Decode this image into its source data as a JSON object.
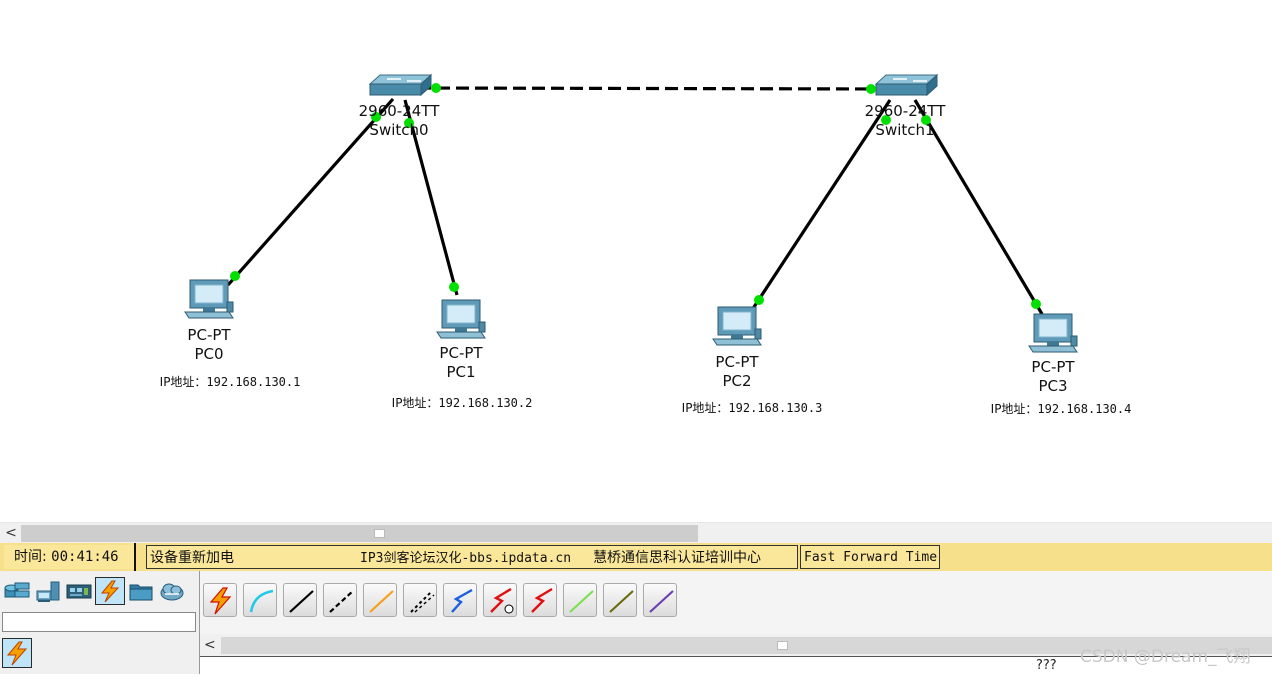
{
  "topology": {
    "devices": [
      {
        "id": "switch0",
        "kind": "switch",
        "model": "2960-24TT",
        "name": "Switch0"
      },
      {
        "id": "switch1",
        "kind": "switch",
        "model": "2960-24TT",
        "name": "Switch1"
      },
      {
        "id": "pc0",
        "kind": "pc",
        "model": "PC-PT",
        "name": "PC0",
        "ip_prefix": "IP地址：",
        "ip": "192.168.130.1"
      },
      {
        "id": "pc1",
        "kind": "pc",
        "model": "PC-PT",
        "name": "PC1",
        "ip_prefix": "IP地址：",
        "ip": "192.168.130.2"
      },
      {
        "id": "pc2",
        "kind": "pc",
        "model": "PC-PT",
        "name": "PC2",
        "ip_prefix": "IP地址：",
        "ip": "192.168.130.3"
      },
      {
        "id": "pc3",
        "kind": "pc",
        "model": "PC-PT",
        "name": "PC3",
        "ip_prefix": "IP地址：",
        "ip": "192.168.130.4"
      }
    ],
    "links": [
      {
        "from": "switch0",
        "to": "switch1",
        "style": "dashed",
        "status": "up"
      },
      {
        "from": "switch0",
        "to": "pc0",
        "style": "solid",
        "status": "up"
      },
      {
        "from": "switch0",
        "to": "pc1",
        "style": "solid",
        "status": "up"
      },
      {
        "from": "switch1",
        "to": "pc2",
        "style": "solid",
        "status": "up"
      },
      {
        "from": "switch1",
        "to": "pc3",
        "style": "solid",
        "status": "up"
      }
    ],
    "link_up_color": "#00e000"
  },
  "statusbar": {
    "time_label": "时间:",
    "time_value": "00:41:46",
    "msg_power": "设备重新加电",
    "msg_forum": "IP3剑客论坛汉化-bbs.ipdata.cn",
    "msg_center": "慧桥通信思科认证培训中心",
    "mode": "Fast Forward Time",
    "bg_color": "#f7e08c"
  },
  "categories": {
    "items": [
      {
        "name": "network-devices",
        "icon": "router-switch-icon"
      },
      {
        "name": "end-devices",
        "icon": "pc-icon"
      },
      {
        "name": "components",
        "icon": "module-icon"
      },
      {
        "name": "connections",
        "icon": "lightning-icon",
        "selected": true
      },
      {
        "name": "miscellaneous",
        "icon": "folder-icon"
      },
      {
        "name": "multiuser",
        "icon": "cloud-icon"
      }
    ],
    "search_value": ""
  },
  "cables": {
    "items": [
      {
        "name": "automatic",
        "icon": "lightning-icon"
      },
      {
        "name": "console",
        "icon": "console-cable-icon"
      },
      {
        "name": "copper-straight-through",
        "icon": "straight-through-icon"
      },
      {
        "name": "copper-cross-over",
        "icon": "cross-over-icon"
      },
      {
        "name": "fiber",
        "icon": "fiber-icon"
      },
      {
        "name": "phone",
        "icon": "phone-cable-icon"
      },
      {
        "name": "coaxial",
        "icon": "coaxial-icon"
      },
      {
        "name": "serial-dce",
        "icon": "serial-dce-icon"
      },
      {
        "name": "serial-dte",
        "icon": "serial-dte-icon"
      },
      {
        "name": "octal",
        "icon": "octal-icon"
      },
      {
        "name": "iot-custom",
        "icon": "iot-cable-icon"
      },
      {
        "name": "usb",
        "icon": "usb-cable-icon"
      }
    ],
    "description": "???"
  },
  "watermark": "CSDN @Dream_飞翔"
}
